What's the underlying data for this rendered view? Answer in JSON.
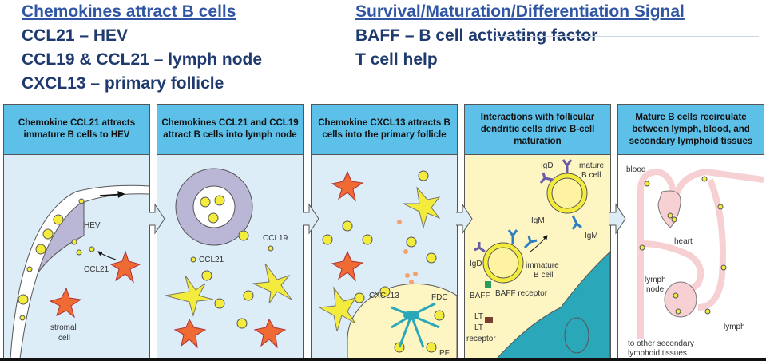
{
  "left_heading": {
    "title": "Chemokines attract B cells",
    "lines": [
      "CCL21 – HEV",
      "CCL19 & CCL21 – lymph node",
      "CXCL13 – primary follicle"
    ]
  },
  "right_heading": {
    "title": "Survival/Maturation/Differentiation Signal",
    "lines": [
      "BAFF – B cell activating factor",
      "T cell help"
    ]
  },
  "panels": [
    {
      "title": "Chemokine CCL21 attracts immature B cells to HEV",
      "labels": {
        "hev": "HEV",
        "ccl21": "CCL21",
        "stromal": "stromal",
        "cell": "cell"
      }
    },
    {
      "title": "Chemokines CCL21 and CCL19 attract B cells into lymph node",
      "labels": {
        "ccl21": "CCL21",
        "ccl19": "CCL19"
      }
    },
    {
      "title": "Chemokine CXCL13 attracts B cells into the primary follicle",
      "labels": {
        "cxcl13": "CXCL13",
        "fdc": "FDC",
        "pf": "PF"
      }
    },
    {
      "title": "Interactions with follicular dendritic cells drive B-cell maturation",
      "labels": {
        "igd1": "IgD",
        "mature": "mature",
        "bcell1": "B cell",
        "igm1": "IgM",
        "igm2": "IgM",
        "igd2": "IgD",
        "immature": "immature",
        "bcell2": "B cell",
        "baff": "BAFF",
        "baff_receptor": "BAFF receptor",
        "lt": "LT",
        "lt2": "LT",
        "receptor": "receptor"
      }
    },
    {
      "title": "Mature B cells recirculate between lymph, blood, and secondary lymphoid tissues",
      "labels": {
        "blood": "blood",
        "heart": "heart",
        "lymph": "lymph",
        "node": "node",
        "lymph2": "lymph",
        "other1": "to other secondary",
        "other2": "lymphoid tissues"
      }
    }
  ],
  "colors": {
    "header": "#5cc0e9",
    "panel_bg": "#dcedf8",
    "follicle_bg": "#fdf6c3",
    "b_cell": "#f4ec3c",
    "stromal_cell": "#f06a34",
    "fdc": "#2aa7b8",
    "vessel": "#f6d0d3",
    "heading_text": "#1f3a6e"
  }
}
